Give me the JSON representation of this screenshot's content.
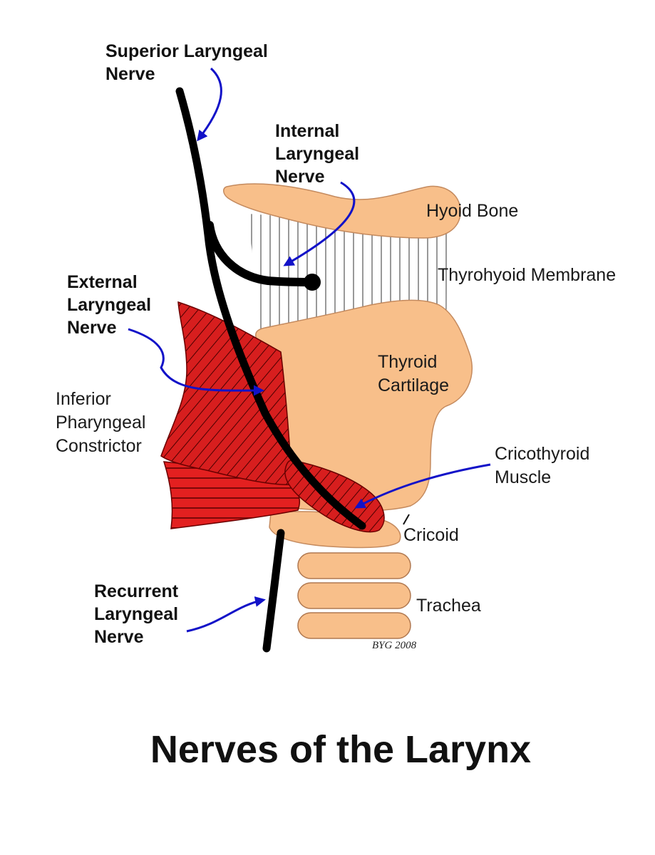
{
  "title": "Nerves of the Larynx",
  "signature": "BYG 2008",
  "colors": {
    "cartilage": "#f8bf8a",
    "muscle": "#d71e1e",
    "nerve": "#000000",
    "arrow": "#1212c8"
  },
  "labels": {
    "superior_laryngeal": [
      "Superior Laryngeal",
      "Nerve"
    ],
    "internal_laryngeal": [
      "Internal",
      "Laryngeal",
      "Nerve"
    ],
    "external_laryngeal": [
      "External",
      "Laryngeal",
      "Nerve"
    ],
    "recurrent_laryngeal": [
      "Recurrent",
      "Laryngeal",
      "Nerve"
    ],
    "hyoid_bone": "Hyoid Bone",
    "thyrohyoid_membrane": "Thyrohyoid Membrane",
    "thyroid_cartilage": [
      "Thyroid",
      "Cartilage"
    ],
    "inferior_pharyngeal_constrictor": [
      "Inferior",
      "Pharyngeal",
      "Constrictor"
    ],
    "cricothyroid_muscle": [
      "Cricothyroid",
      "Muscle"
    ],
    "cricoid": "Cricoid",
    "trachea": "Trachea"
  }
}
